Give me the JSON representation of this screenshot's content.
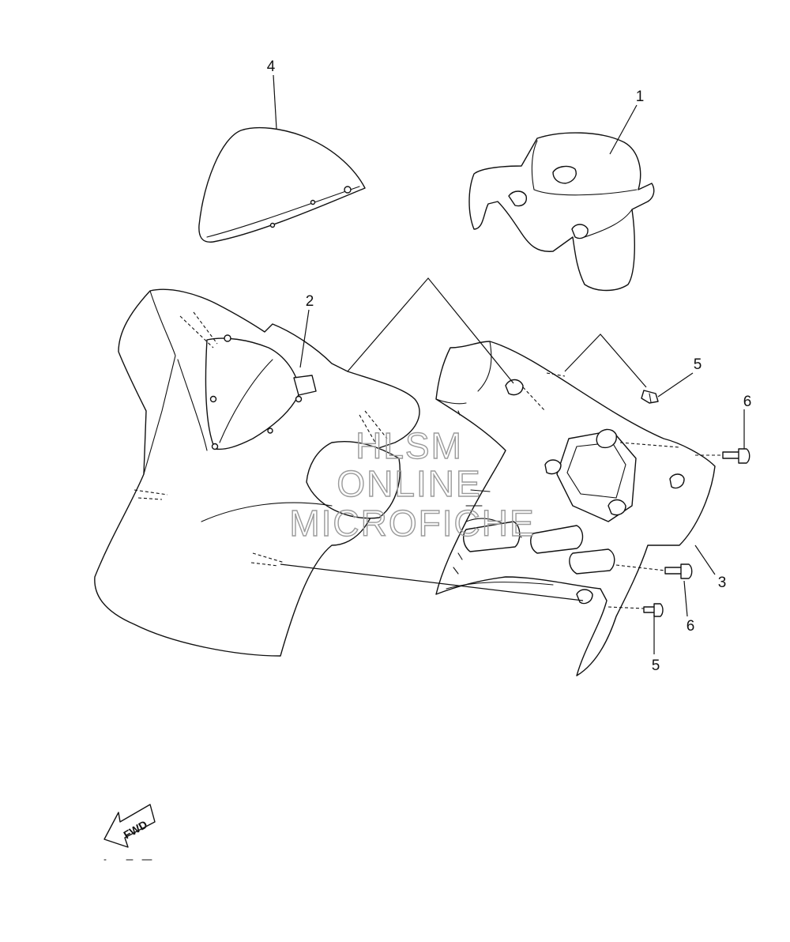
{
  "callouts": [
    {
      "id": "1",
      "label": "1"
    },
    {
      "id": "2",
      "label": "2"
    },
    {
      "id": "3",
      "label": "3"
    },
    {
      "id": "4",
      "label": "4"
    },
    {
      "id": "5a",
      "label": "5"
    },
    {
      "id": "5b",
      "label": "5"
    },
    {
      "id": "6a",
      "label": "6"
    },
    {
      "id": "6b",
      "label": "6"
    }
  ],
  "watermark": {
    "line1": "HLSM",
    "line2": "ONLINE",
    "line3": "MICROFICHE"
  },
  "fwd_label": "FWD",
  "colors": {
    "line": "#111111",
    "watermark": "#9a9a9a",
    "background": "#ffffff"
  }
}
